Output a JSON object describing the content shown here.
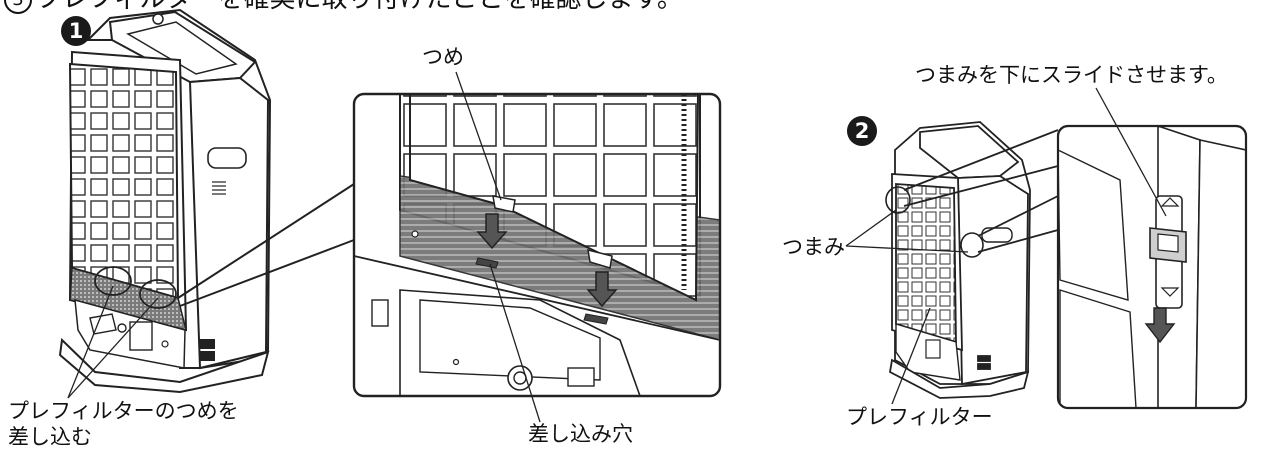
{
  "heading": {
    "circle": "3",
    "text": "プレフィルターを確実に取り付けたことを確認します。"
  },
  "steps": {
    "step1": "1",
    "step2": "2"
  },
  "labels": {
    "tsume": "つめ",
    "insert_line1": "プレフィルターのつめを",
    "insert_line2": "差し込む",
    "insert_hole": "差し込み穴",
    "knob_slide": "つまみを下にスライドさせます。",
    "knob": "つまみ",
    "prefilter": "プレフィルター"
  },
  "colors": {
    "line": "#222222",
    "grid_dark": "#555555",
    "detail_bg": "#f4f4f4",
    "step_badge": "#1a1a1a"
  }
}
